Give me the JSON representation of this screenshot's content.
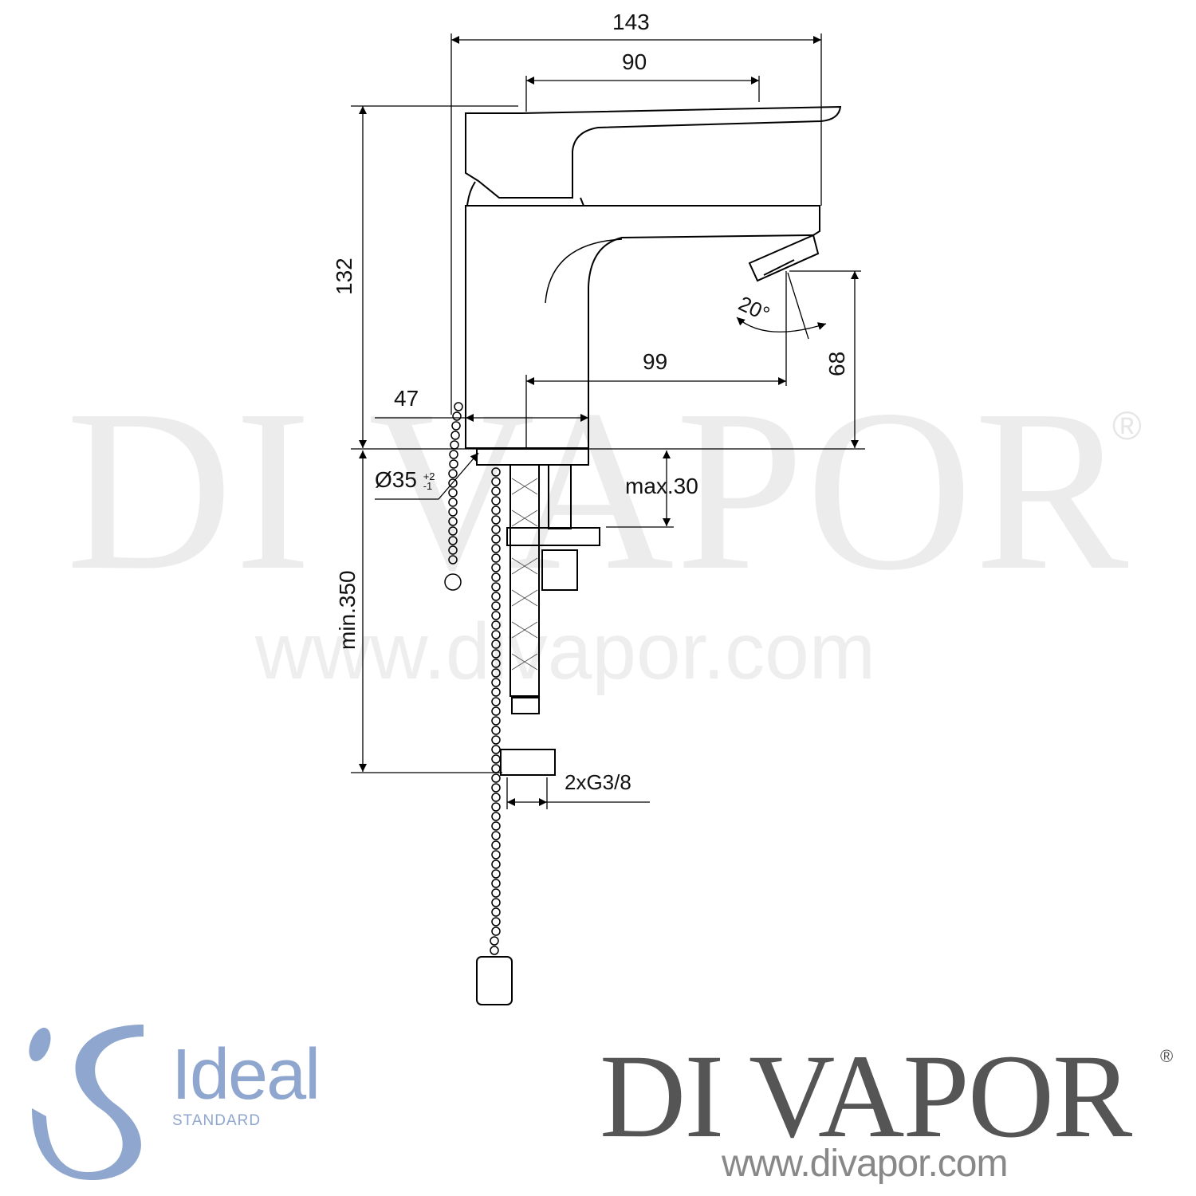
{
  "watermark": {
    "brand": "DI VAPOR",
    "registered": "®",
    "url": "www.divapor.com"
  },
  "dimensions": {
    "overall_width": "143",
    "handle_width": "90",
    "overall_height": "132",
    "spout_height": "68",
    "spout_reach": "99",
    "body_depth": "47",
    "spray_angle": "20°",
    "hole_diameter": "Ø35",
    "hole_tol_plus": "+2",
    "hole_tol_minus": "-1",
    "deck_thickness": "max.30",
    "hose_length": "min.350",
    "connection": "2xG3/8"
  },
  "logos": {
    "manufacturer": {
      "name": "Ideal",
      "sub": "STANDARD",
      "color": "#8fa6cf"
    },
    "retailer": {
      "name": "DI VAPOR",
      "registered": "®",
      "url": "www.divapor.com",
      "color": "#555555"
    }
  }
}
